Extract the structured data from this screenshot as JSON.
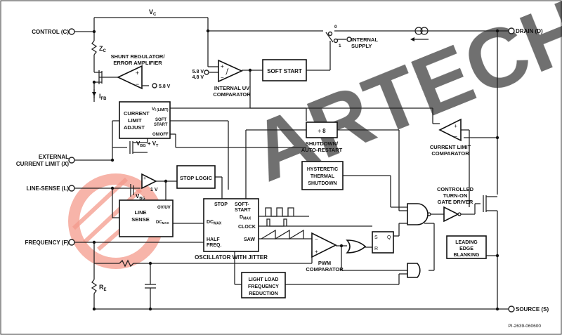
{
  "pins": {
    "control": "CONTROL (C)",
    "drain": "DRAIN (D)",
    "external_current_limit_1": "EXTERNAL",
    "external_current_limit_2": "CURRENT LIMIT (X)",
    "line_sense": "LINE-SENSE (L)",
    "frequency": "FREQUENCY (F)",
    "source": "SOURCE (S)"
  },
  "labels": {
    "vc": "V",
    "vc_sub": "C",
    "zc": "Z",
    "zc_sub": "C",
    "ifb": "I",
    "ifb_sub": "FB",
    "re": "R",
    "re_sub": "E",
    "internal_supply_1": "INTERNAL",
    "internal_supply_2": "SUPPLY",
    "switch_0": "0",
    "switch_1": "1",
    "v58_a": "5.8 V",
    "v48": "4.8 V",
    "v58_b": "5.8 V",
    "uv_comp_1": "INTERNAL UV",
    "uv_comp_2": "COMPARATOR",
    "shunt_1": "SHUNT REGULATOR/",
    "shunt_2": "ERROR AMPLIFIER",
    "vbg_vt": "V",
    "vbg_vt_sub": "BG",
    "vbg_vt_rest": " + V",
    "vbg_vt_sub2": "T",
    "one_v": "1 V",
    "vbg2": "V",
    "vbg2_sub": "BG",
    "cl_comp_1": "CURRENT LIMIT",
    "cl_comp_2": "COMPARATOR",
    "gate_1": "CONTROLLED",
    "gate_2": "TURN-ON",
    "gate_3": "GATE DRIVER",
    "pwm_1": "PWM",
    "pwm_2": "COMPARATOR",
    "osc_title": "OSCILLATOR WITH JITTER",
    "ff_s": "S",
    "ff_r": "R",
    "ff_q": "Q",
    "part_number": "PI-2639-060600",
    "watermark": "ARTECH"
  },
  "blocks": {
    "soft_start": "SOFT START",
    "current_limit_adjust_1": "CURRENT",
    "current_limit_adjust_2": "LIMIT",
    "current_limit_adjust_3": "ADJUST",
    "cla_vilimit": "V",
    "cla_vilimit_sub": "I (LIMIT)",
    "cla_soft": "SOFT",
    "cla_start": "START",
    "cla_onoff": "ON/OFF",
    "div8": "÷ 8",
    "shutdown_1": "SHUTDOWN/",
    "shutdown_2": "AUTO-RESTART",
    "thermal_1": "HYSTERETIC",
    "thermal_2": "THERMAL",
    "thermal_3": "SHUTDOWN",
    "stop_logic": "STOP LOGIC",
    "line_sense_1": "LINE",
    "line_sense_2": "SENSE",
    "ls_ovuv": "OV/UV",
    "ls_dcmax": "DC",
    "ls_dcmax_sub": "MAX",
    "osc_stop": "STOP",
    "osc_soft_1": "SOFT-",
    "osc_soft_2": "START",
    "osc_dcmax": "DC",
    "osc_dcmax_sub": "MAX",
    "osc_dmax": "D",
    "osc_dmax_sub": "MAX",
    "osc_clock": "CLOCK",
    "osc_half_1": "HALF",
    "osc_half_2": "FREQ.",
    "osc_saw": "SAW",
    "light_load_1": "LIGHT LOAD",
    "light_load_2": "FREQUENCY",
    "light_load_3": "REDUCTION",
    "leading_1": "LEADING",
    "leading_2": "EDGE",
    "leading_3": "BLANKING"
  },
  "colors": {
    "watermark_red": "#f0826f",
    "watermark_blue": "#86b5de",
    "wire": "#222222"
  }
}
